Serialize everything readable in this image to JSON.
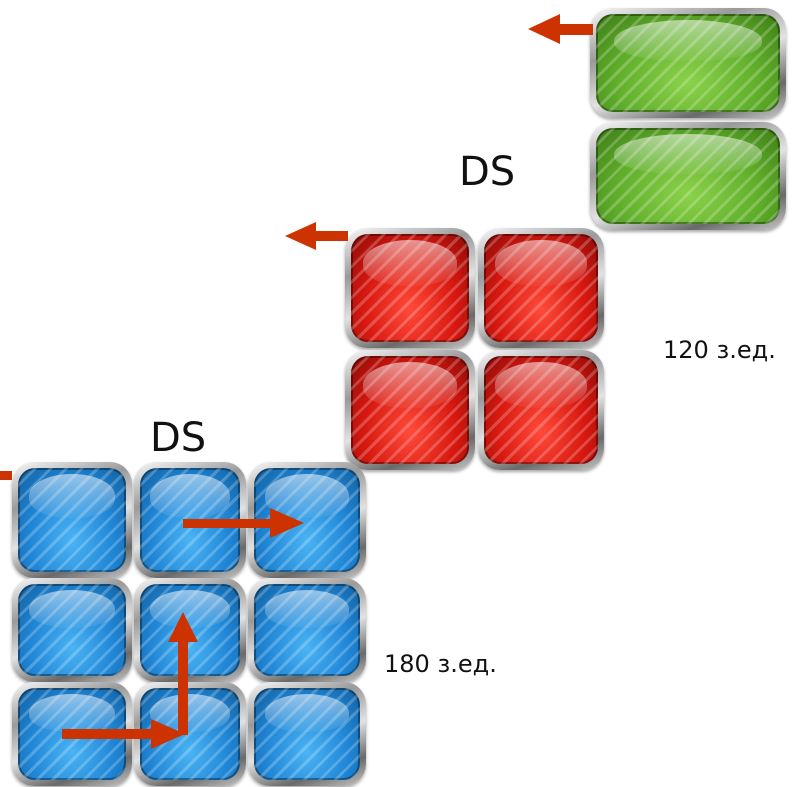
{
  "labels": {
    "ds_upper": "DS",
    "ds_lower": "DS",
    "value_red": "120 з.ед.",
    "value_blue": "180 з.ед."
  },
  "colors": {
    "green_tile": "#5fae2a",
    "red_tile": "#d81810",
    "blue_tile": "#1f86d6",
    "arrow": "#cc3300",
    "bezel": "#9a9a9a"
  },
  "groups": {
    "green": {
      "rows": 2,
      "cols": 1
    },
    "red": {
      "rows": 2,
      "cols": 2
    },
    "blue": {
      "rows": 3,
      "cols": 3
    }
  }
}
